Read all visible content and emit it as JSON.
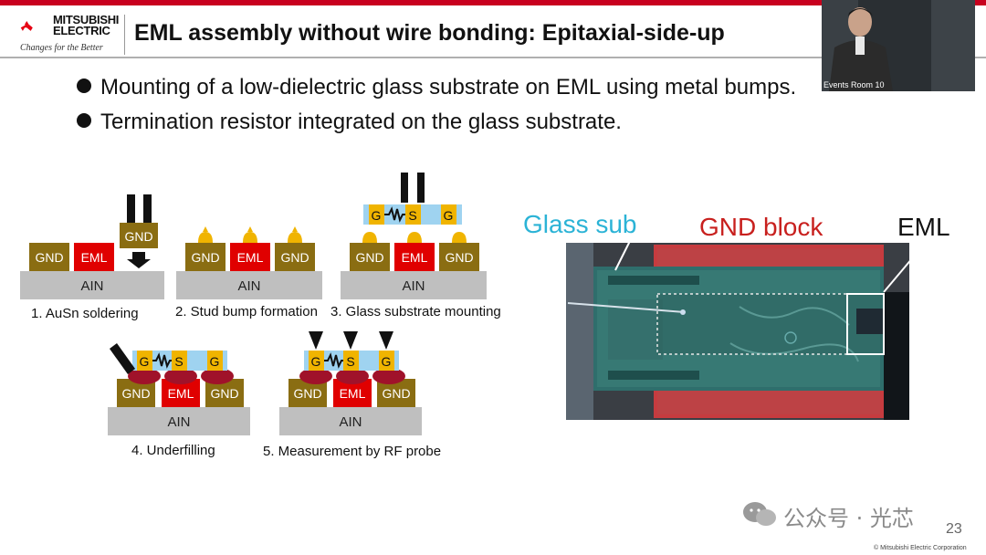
{
  "header": {
    "logo_name": "MITSUBISHI\nELECTRIC",
    "logo_tagline": "Changes for the Better",
    "title": "EML assembly without wire bonding: Epitaxial-side-up"
  },
  "bullets": [
    "Mounting of a low-dielectric glass substrate on EML using metal bumps.",
    "Termination resistor integrated on the glass substrate."
  ],
  "video": {
    "label": "Events Room 10"
  },
  "diagram": {
    "labels": {
      "gnd": "GND",
      "eml": "EML",
      "ain": "AIN",
      "g": "G",
      "s": "S"
    },
    "steps": [
      "1. AuSn soldering",
      "2. Stud bump formation",
      "3. Glass substrate mounting",
      "4. Underfilling",
      "5. Measurement by RF probe"
    ]
  },
  "photo": {
    "glass_label": "Glass sub",
    "gnd_label": "GND block",
    "eml_label": "EML"
  },
  "footer": {
    "page_number": "23",
    "copyright": "© Mitsubishi Electric Corporation",
    "watermark": "公众号 · 光芯"
  },
  "colors": {
    "brand_red": "#c8001e",
    "gnd": "#8a6d12",
    "eml": "#e00000",
    "ain": "#bfbfbf",
    "glass": "#9fd3f0",
    "bump": "#f0b400",
    "underfill": "#a0122a"
  }
}
